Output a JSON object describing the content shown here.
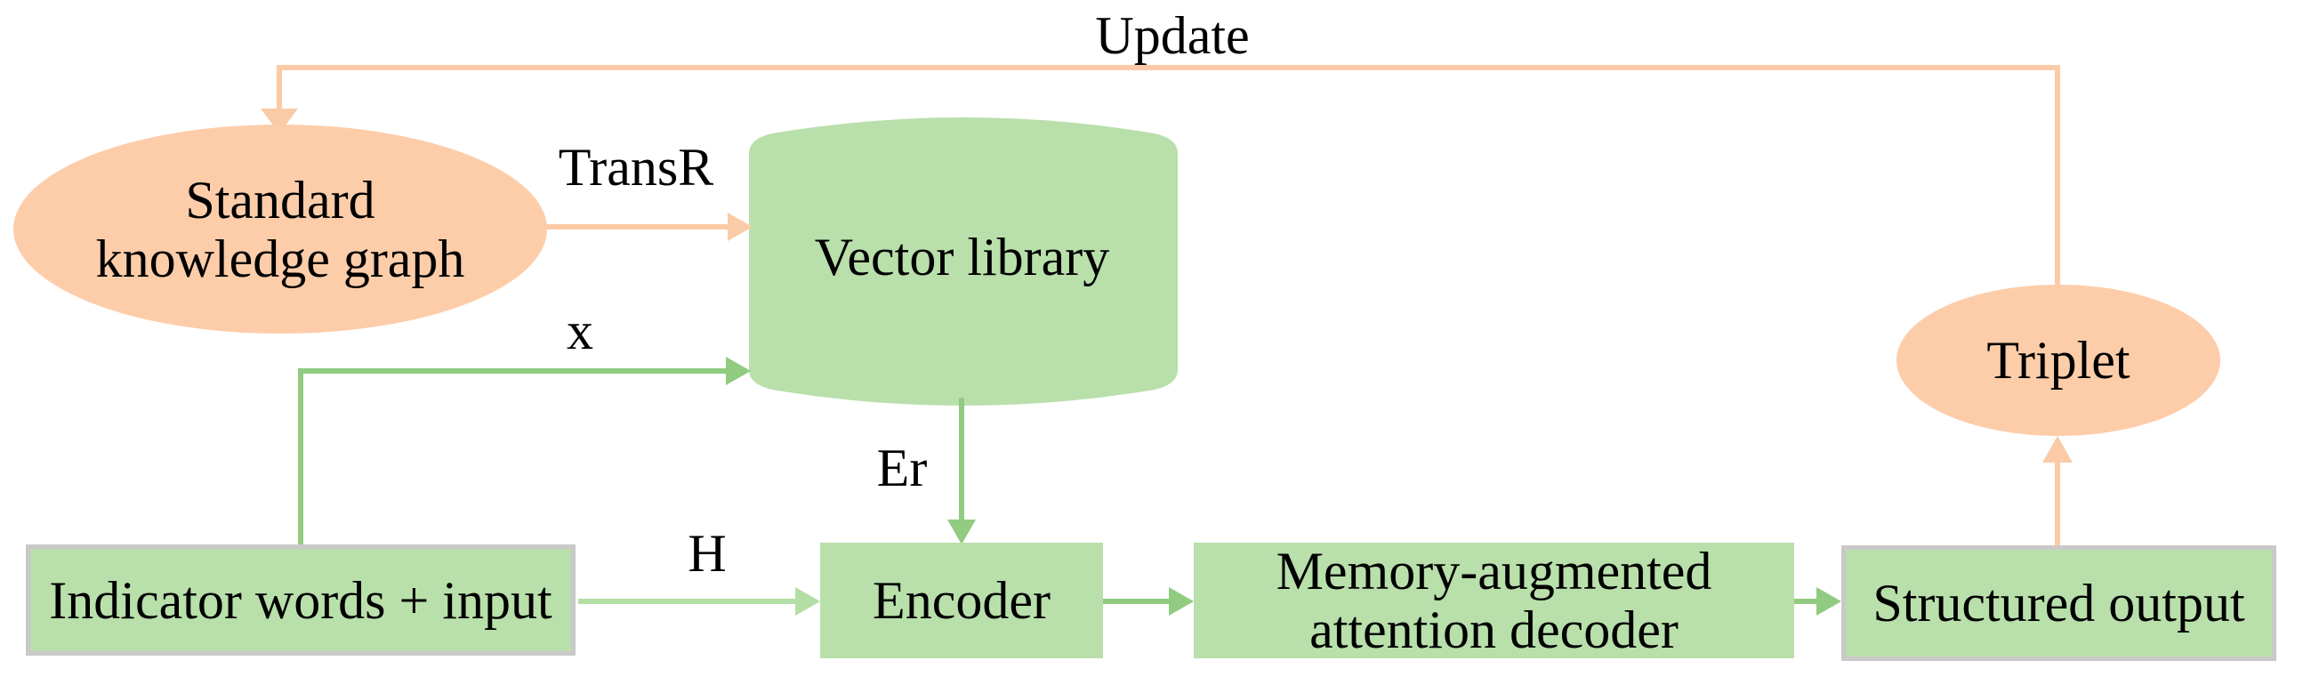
{
  "colors": {
    "background": "#FFFFFF",
    "orange_fill": "#FDCDAA",
    "orange_line": "#FACBA6",
    "green_fill": "#B9DFAB",
    "green_line": "#90CB80",
    "green_line_light": "#B3DEA5",
    "box_border_gray": "#C9C9C9",
    "text": "#000000"
  },
  "nodes": {
    "standard_knowledge_graph": {
      "shape": "ellipse",
      "label": "Standard\nknowledge graph"
    },
    "vector_library": {
      "shape": "cylinder",
      "label": "Vector library"
    },
    "triplet": {
      "shape": "ellipse",
      "label": "Triplet"
    },
    "indicator_words_input": {
      "shape": "rect",
      "label": "Indicator words + input"
    },
    "encoder": {
      "shape": "rect",
      "label": "Encoder"
    },
    "memory_decoder": {
      "shape": "rect",
      "label": "Memory-augmented\nattention decoder"
    },
    "structured_output": {
      "shape": "rect",
      "label": "Structured output"
    }
  },
  "edges": {
    "update": {
      "label": "Update",
      "from": "triplet",
      "to": "standard_knowledge_graph",
      "color": "orange"
    },
    "transr": {
      "label": "TransR",
      "from": "standard_knowledge_graph",
      "to": "vector_library",
      "color": "orange"
    },
    "x": {
      "label": "x",
      "from": "indicator_words_input",
      "to": "vector_library",
      "color": "green"
    },
    "er": {
      "label": "Er",
      "from": "vector_library",
      "to": "encoder",
      "color": "green"
    },
    "h": {
      "label": "H",
      "from": "indicator_words_input",
      "to": "encoder",
      "color": "light-green"
    },
    "encoder_to_decoder": {
      "from": "encoder",
      "to": "memory_decoder",
      "color": "green"
    },
    "decoder_to_output": {
      "from": "memory_decoder",
      "to": "structured_output",
      "color": "green"
    },
    "output_to_triplet": {
      "from": "structured_output",
      "to": "triplet",
      "color": "orange"
    }
  }
}
